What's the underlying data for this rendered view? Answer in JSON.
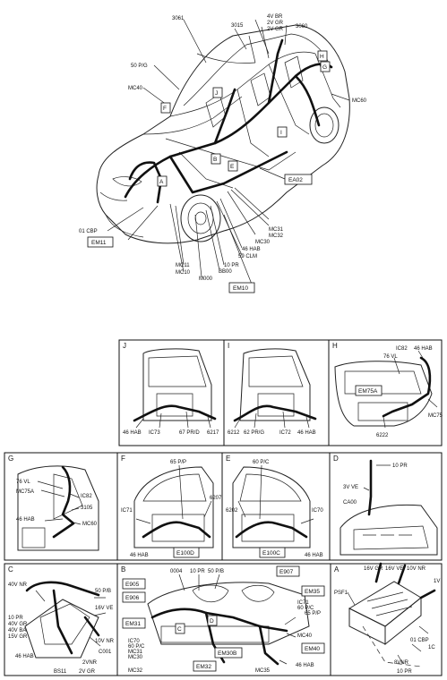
{
  "main_labels": {
    "l3061": "3061",
    "l3015": "3015",
    "l4vbr": "4V BR",
    "l2vgr1": "2V GR",
    "l2vgr2": "2V GR",
    "l3060": "3060",
    "l50pg": "50 P/G",
    "mc40": "MC40",
    "mc60": "MC60",
    "ea02": "EA02",
    "mc31": "MC31",
    "mc32": "MC32",
    "mc30": "MC30",
    "l46hab": "46 HAB",
    "l59clm": "59 CLM",
    "l10pr": "10 PR",
    "bb00": "BB00",
    "m000": "M000",
    "mc11": "MC11",
    "mc10": "MC10",
    "l01cbp": "01 CBP",
    "em11": "EM11",
    "em10": "EM10",
    "tagF": "F",
    "tagJ": "J",
    "tagH": "H",
    "tagG": "G",
    "tagI": "I",
    "tagB": "B",
    "tagE": "E",
    "tagA": "A"
  },
  "panel_J": {
    "letter": "J",
    "l46hab": "46 HAB",
    "ic73": "IC73",
    "l67": "67 PR/D",
    "l6217": "6217"
  },
  "panel_I": {
    "letter": "I",
    "l6212": "6212",
    "l62": "62 PR/G",
    "ic72": "IC72",
    "l46hab": "46 HAB"
  },
  "panel_H": {
    "letter": "H",
    "ic82": "IC82",
    "l46hab": "46 HAB",
    "l76vl": "76 VL",
    "em75a": "EM75A",
    "mc75": "MC75",
    "l6222": "6222"
  },
  "panel_G": {
    "letter": "G",
    "l76vl": "76 VL",
    "mc75a": "MC75A",
    "ic82": "IC82",
    "l3105": "3105",
    "l46hab": "46 HAB",
    "mc60": "MC60"
  },
  "panel_F": {
    "letter": "F",
    "l65pp": "65 P/P",
    "ic71": "IC71",
    "l6207": "6207",
    "l46hab": "46 HAB",
    "e100d": "E100D"
  },
  "panel_E": {
    "letter": "E",
    "l60pc": "60 P/C",
    "l6202": "6202",
    "ic70": "IC70",
    "e100c": "E100C",
    "l46hab": "46 HAB"
  },
  "panel_D": {
    "letter": "D",
    "l10pr": "10 PR",
    "l3vve": "3V VE",
    "ca00": "CA00"
  },
  "panel_C": {
    "letter": "C",
    "l40vnr": "40V NR",
    "l50pb": "50 P/B",
    "l16vve": "16V VE",
    "l10pr": "10 PR",
    "l40vgr": "40V GR",
    "l40vba": "40V BA",
    "l15vgr": "15V GR",
    "l10vnr": "10V NR",
    "c001": "C001",
    "l2vnr": "2VNR",
    "l46hab": "46 HAB",
    "bs11": "BS11",
    "l2vgr": "2V GR"
  },
  "panel_B": {
    "letter": "B",
    "l0004": "0004",
    "l10pr": "10 PR",
    "l50pb": "50 P/B",
    "e907": "E907",
    "e905": "E905",
    "e906": "E906",
    "em35": "EM35",
    "ic71": "IC71",
    "l60pc": "60 P/C",
    "l65pp": "65 P/P",
    "em31": "EM31",
    "tagC": "C",
    "tagD": "D",
    "ic70": "IC70",
    "l60pc2": "60 P/C",
    "mc31": "MC31",
    "mc30": "MC30",
    "mc40": "MC40",
    "em40": "EM40",
    "em30b": "EM30B",
    "l46hab": "46 HAB",
    "mc32": "MC32",
    "em32": "EM32",
    "mc35": "MC35"
  },
  "panel_A": {
    "letter": "A",
    "psf1": "PSF1",
    "l16vgr": "16V GR",
    "l16vve": "16V VE",
    "l10vnr": "10V NR",
    "l1v": "1V",
    "l01cbp": "01 CBP",
    "l1c": "1C",
    "l8vnr": "8VNR",
    "l10pr": "10 PR"
  }
}
